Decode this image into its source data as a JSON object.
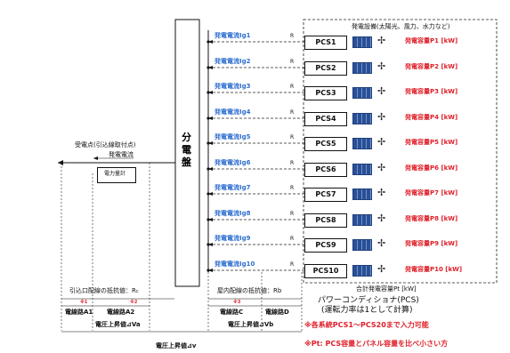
{
  "pcs_units": [
    {
      "ig": "発電電流Ig1",
      "r": "R",
      "pcs": "PCS1",
      "cap": "発電容量P1 [kW]"
    },
    {
      "ig": "発電電流Ig2",
      "r": "R",
      "pcs": "PCS2",
      "cap": "発電容量P2 [kW]"
    },
    {
      "ig": "発電電流Ig3",
      "r": "R",
      "pcs": "PCS3",
      "cap": "発電容量P3 [kW]"
    },
    {
      "ig": "発電電流Ig4",
      "r": "R",
      "pcs": "PCS4",
      "cap": "発電容量P4 [kW]"
    },
    {
      "ig": "発電電流Ig5",
      "r": "R",
      "pcs": "PCS5",
      "cap": "発電容量P5 [kW]"
    },
    {
      "ig": "発電電流Ig6",
      "r": "R",
      "pcs": "PCS6",
      "cap": "発電容量P6 [kW]"
    },
    {
      "ig": "発電電流Ig7",
      "r": "R",
      "pcs": "PCS7",
      "cap": "発電容量P7 [kW]"
    },
    {
      "ig": "発電電流Ig8",
      "r": "R",
      "pcs": "PCS8",
      "cap": "発電容量P8 [kW]"
    },
    {
      "ig": "発電電流Ig9",
      "r": "R",
      "pcs": "PCS9",
      "cap": "発電容量P9 [kW]"
    },
    {
      "ig": "発電電流Ig10",
      "r": "R",
      "pcs": "PCS10",
      "cap": "発電容量P10 [kW]"
    }
  ],
  "labels": {
    "gen_facility": "発電設備(太陽光、風力、水力など)",
    "switchboard": "分電盤",
    "receiving_point": "受電点(引込線取付点)",
    "gen_current": "発電電流",
    "power_meter": "電力量計",
    "total_capacity": "合計発電容量Pt [kW]",
    "lead_in_resistance": "引込口配線の抵抗値：R",
    "lead_in_resistance_sub": "c",
    "indoor_resistance": "屋内配線の抵抗値：Rb",
    "pcs_title": "パワーコンディショナ(PCS)",
    "pcs_subtitle": "(運転力率は1として計算)",
    "line_a1": "電線路A1",
    "line_a2": "電線路A2",
    "line_c": "電線路C",
    "line_d": "電線路D",
    "rise_va": "電圧上昇値⊿Va",
    "rise_vb": "電圧上昇値⊿Vb",
    "rise_total": "電圧上昇値⊿v",
    "note_1": "※1",
    "note_2": "※2",
    "note_3": "※3",
    "note_pcs_range": "※各系統PCS1～PCS20まで入力可能",
    "note_pt": "※Pt: PCS容量とパネル容量を比べ小さい方"
  },
  "colors": {
    "blue": "#2f6fd0",
    "red": "#e0202a",
    "panel": "#2a4f95"
  }
}
